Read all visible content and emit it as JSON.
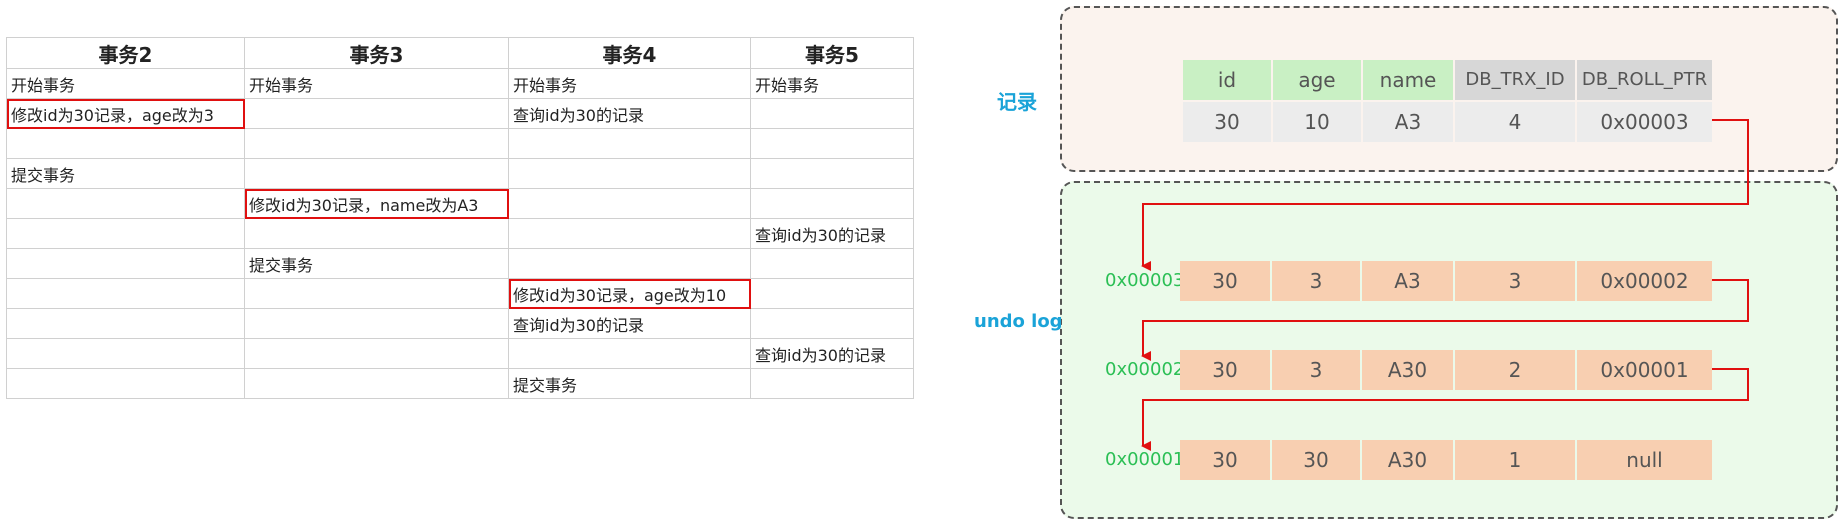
{
  "transaction_table": {
    "headers": [
      "事务2",
      "事务3",
      "事务4",
      "事务5"
    ],
    "rows": [
      [
        "开始事务",
        "开始事务",
        "开始事务",
        "开始事务"
      ],
      [
        "修改id为30记录，age改为3",
        "",
        "查询id为30的记录",
        ""
      ],
      [
        "",
        "",
        "",
        ""
      ],
      [
        "提交事务",
        "",
        "",
        ""
      ],
      [
        "",
        "修改id为30记录，name改为A3",
        "",
        ""
      ],
      [
        "",
        "",
        "",
        "查询id为30的记录"
      ],
      [
        "",
        "提交事务",
        "",
        ""
      ],
      [
        "",
        "",
        "修改id为30记录，age改为10",
        ""
      ],
      [
        "",
        "",
        "查询id为30的记录",
        ""
      ],
      [
        "",
        "",
        "",
        "查询id为30的记录"
      ],
      [
        "",
        "",
        "提交事务",
        ""
      ]
    ],
    "highlighted": [
      [
        1,
        0
      ],
      [
        4,
        1
      ],
      [
        7,
        2
      ]
    ]
  },
  "record": {
    "label": "记录",
    "columns": [
      "id",
      "age",
      "name",
      "DB_TRX_ID",
      "DB_ROLL_PTR"
    ],
    "values": [
      "30",
      "10",
      "A3",
      "4",
      "0x00003"
    ]
  },
  "undo_log": {
    "label": "undo log",
    "entries": [
      {
        "address": "0x00003",
        "values": [
          "30",
          "3",
          "A3",
          "3",
          "0x00002"
        ]
      },
      {
        "address": "0x00002",
        "values": [
          "30",
          "3",
          "A30",
          "2",
          "0x00001"
        ]
      },
      {
        "address": "0x00001",
        "values": [
          "30",
          "30",
          "A30",
          "1",
          "null"
        ]
      }
    ]
  },
  "colors": {
    "highlight_border": "#e01010",
    "arrow": "#e01010",
    "label_blue": "#1aa3d8",
    "address_green": "#2bbf55",
    "header_green": "#c9f0c4",
    "header_gray": "#d7d7d7",
    "record_value_bg": "#ececec",
    "undo_value_bg": "#f8cfb1"
  }
}
